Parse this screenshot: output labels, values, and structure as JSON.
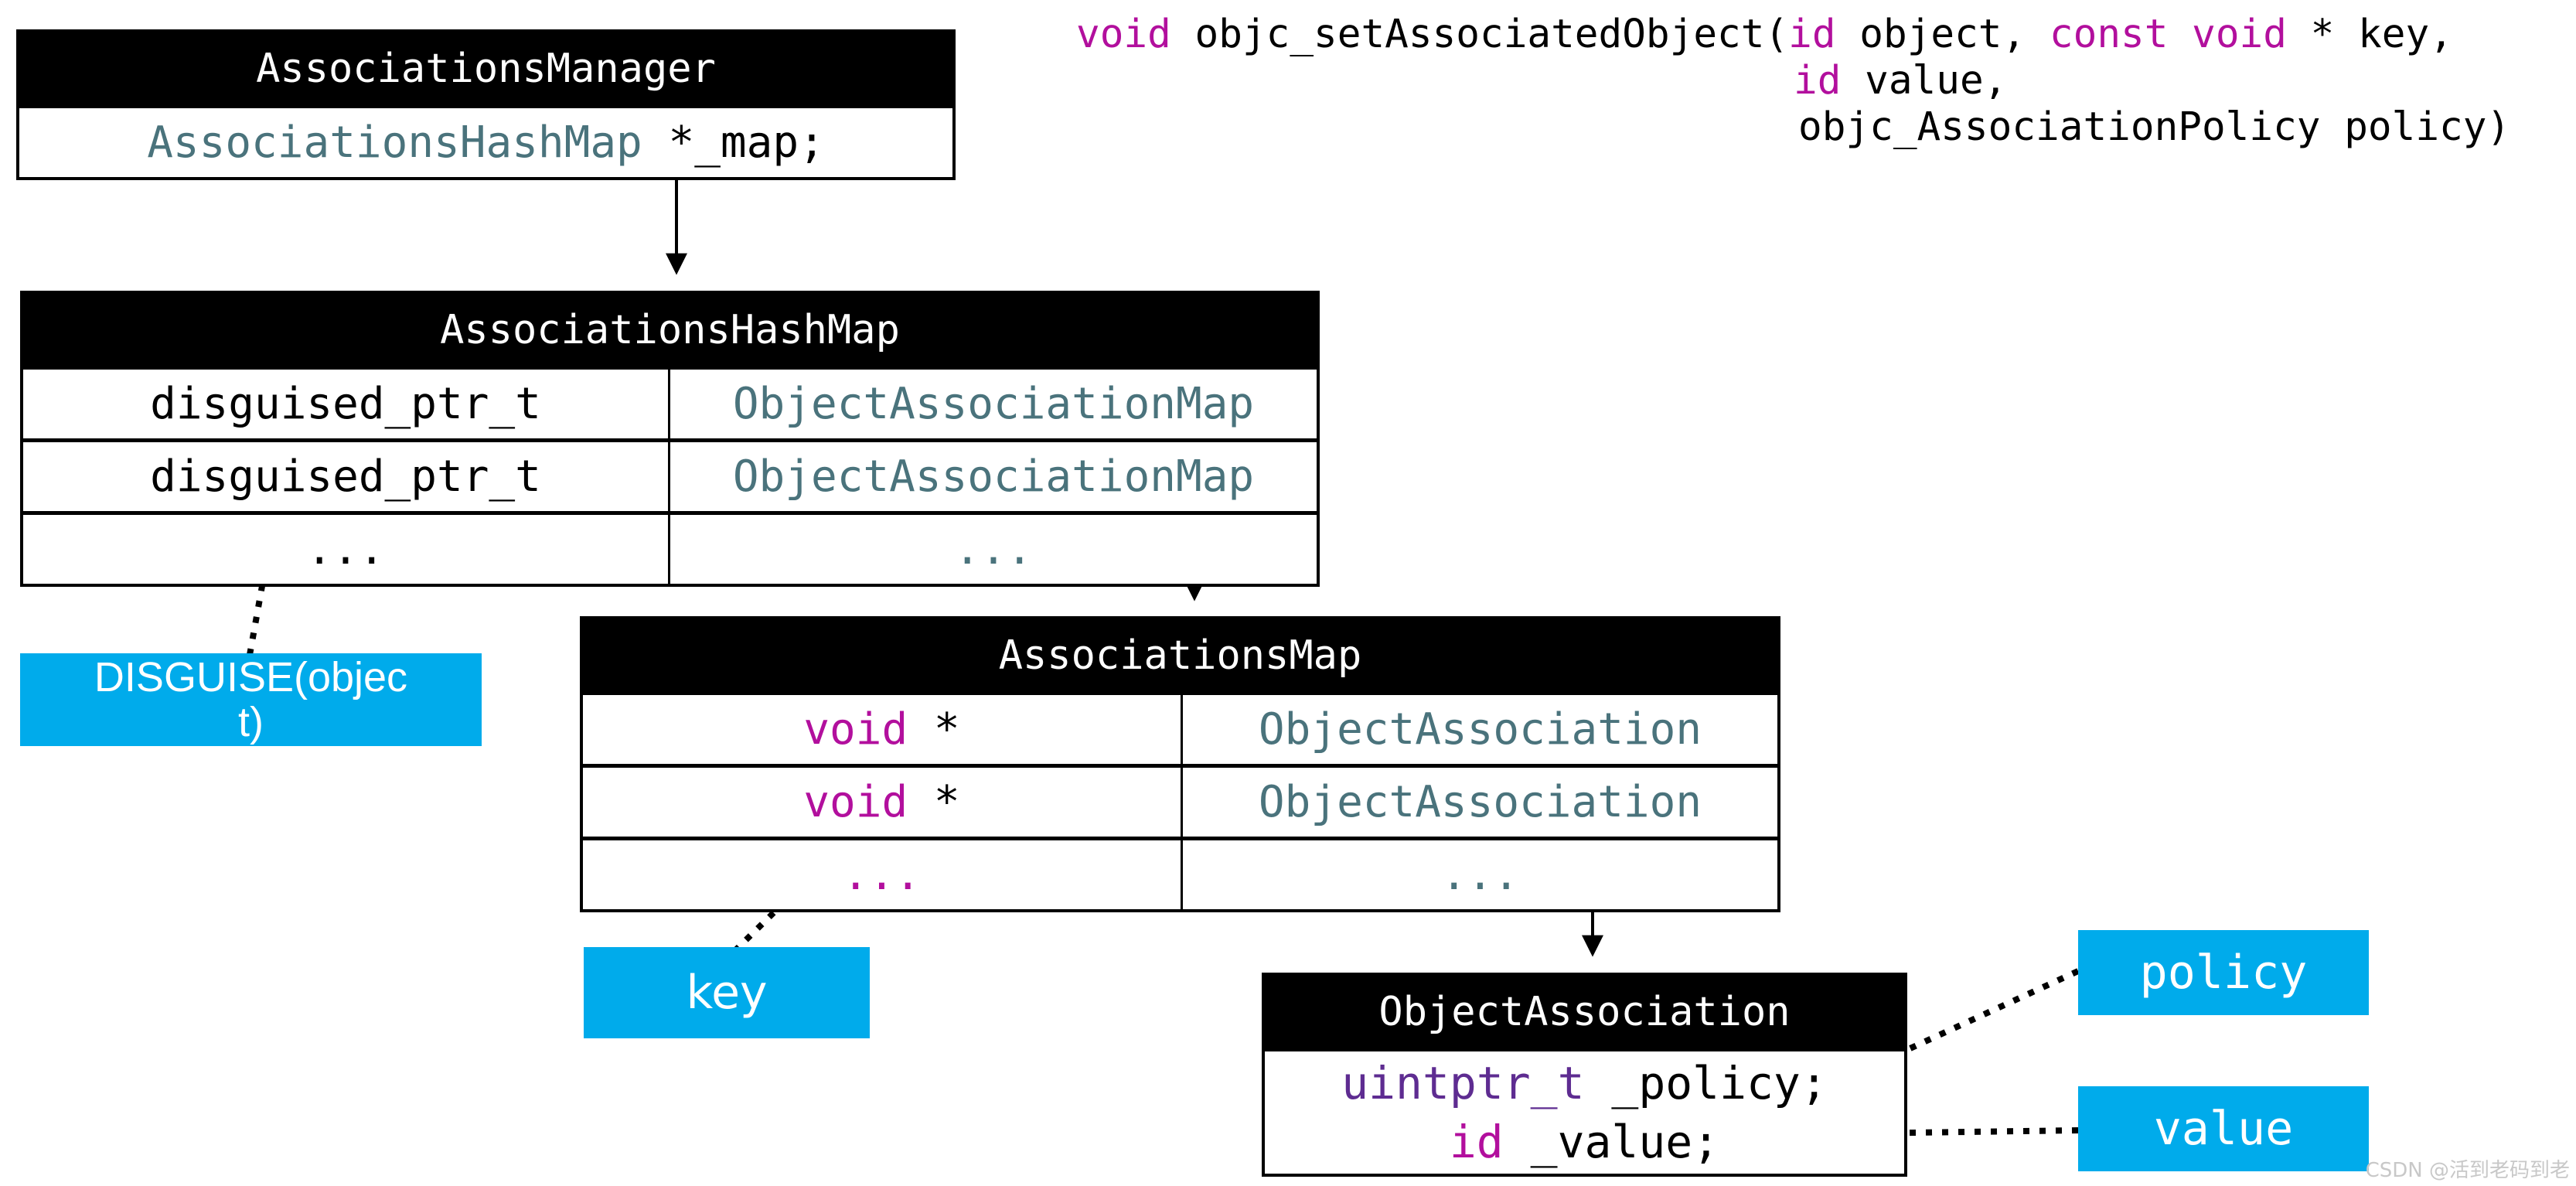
{
  "colors": {
    "accent_blue": "#00abeb",
    "keyword_magenta": "#b20f9d",
    "type_teal": "#4a737c",
    "uintptr_purple": "#5e2c91",
    "table_header_bg": "#000000",
    "watermark_gray": "#c8c8c8"
  },
  "code_signature": {
    "line1": {
      "t1": "void",
      "t2": " objc_setAssociatedObject(",
      "t3": "id",
      "t4": " object, ",
      "t5": "const void",
      "t6": " * key,"
    },
    "line2": {
      "t1": "id",
      "t2": " value,"
    },
    "line3": {
      "t1": "objc_AssociationPolicy policy)"
    }
  },
  "manager": {
    "title": "AssociationsManager",
    "field": {
      "type": "AssociationsHashMap",
      "rest": " *_map;"
    }
  },
  "hashmap": {
    "title": "AssociationsHashMap",
    "rows": [
      {
        "key": "disguised_ptr_t",
        "map": "ObjectAssociationMap"
      },
      {
        "key": "disguised_ptr_t",
        "map": "ObjectAssociationMap"
      },
      {
        "key": "...",
        "map": "..."
      }
    ]
  },
  "assocmap": {
    "title": "AssociationsMap",
    "rows": [
      {
        "key_kw": "void",
        "key_rest": " *",
        "map": "ObjectAssociation"
      },
      {
        "key_kw": "void",
        "key_rest": " *",
        "map": "ObjectAssociation"
      },
      {
        "key": "...",
        "map": "..."
      }
    ]
  },
  "objassoc": {
    "title": "ObjectAssociation",
    "line1": {
      "kw": "uintptr_t",
      "rest": " _policy;"
    },
    "line2": {
      "kw": "id",
      "rest": " _value;"
    }
  },
  "labels": {
    "disguise_line1": "DISGUISE(objec",
    "disguise_line2": "t)",
    "key": "key",
    "policy": "policy",
    "value": "value"
  },
  "watermark": "CSDN @活到老码到老"
}
